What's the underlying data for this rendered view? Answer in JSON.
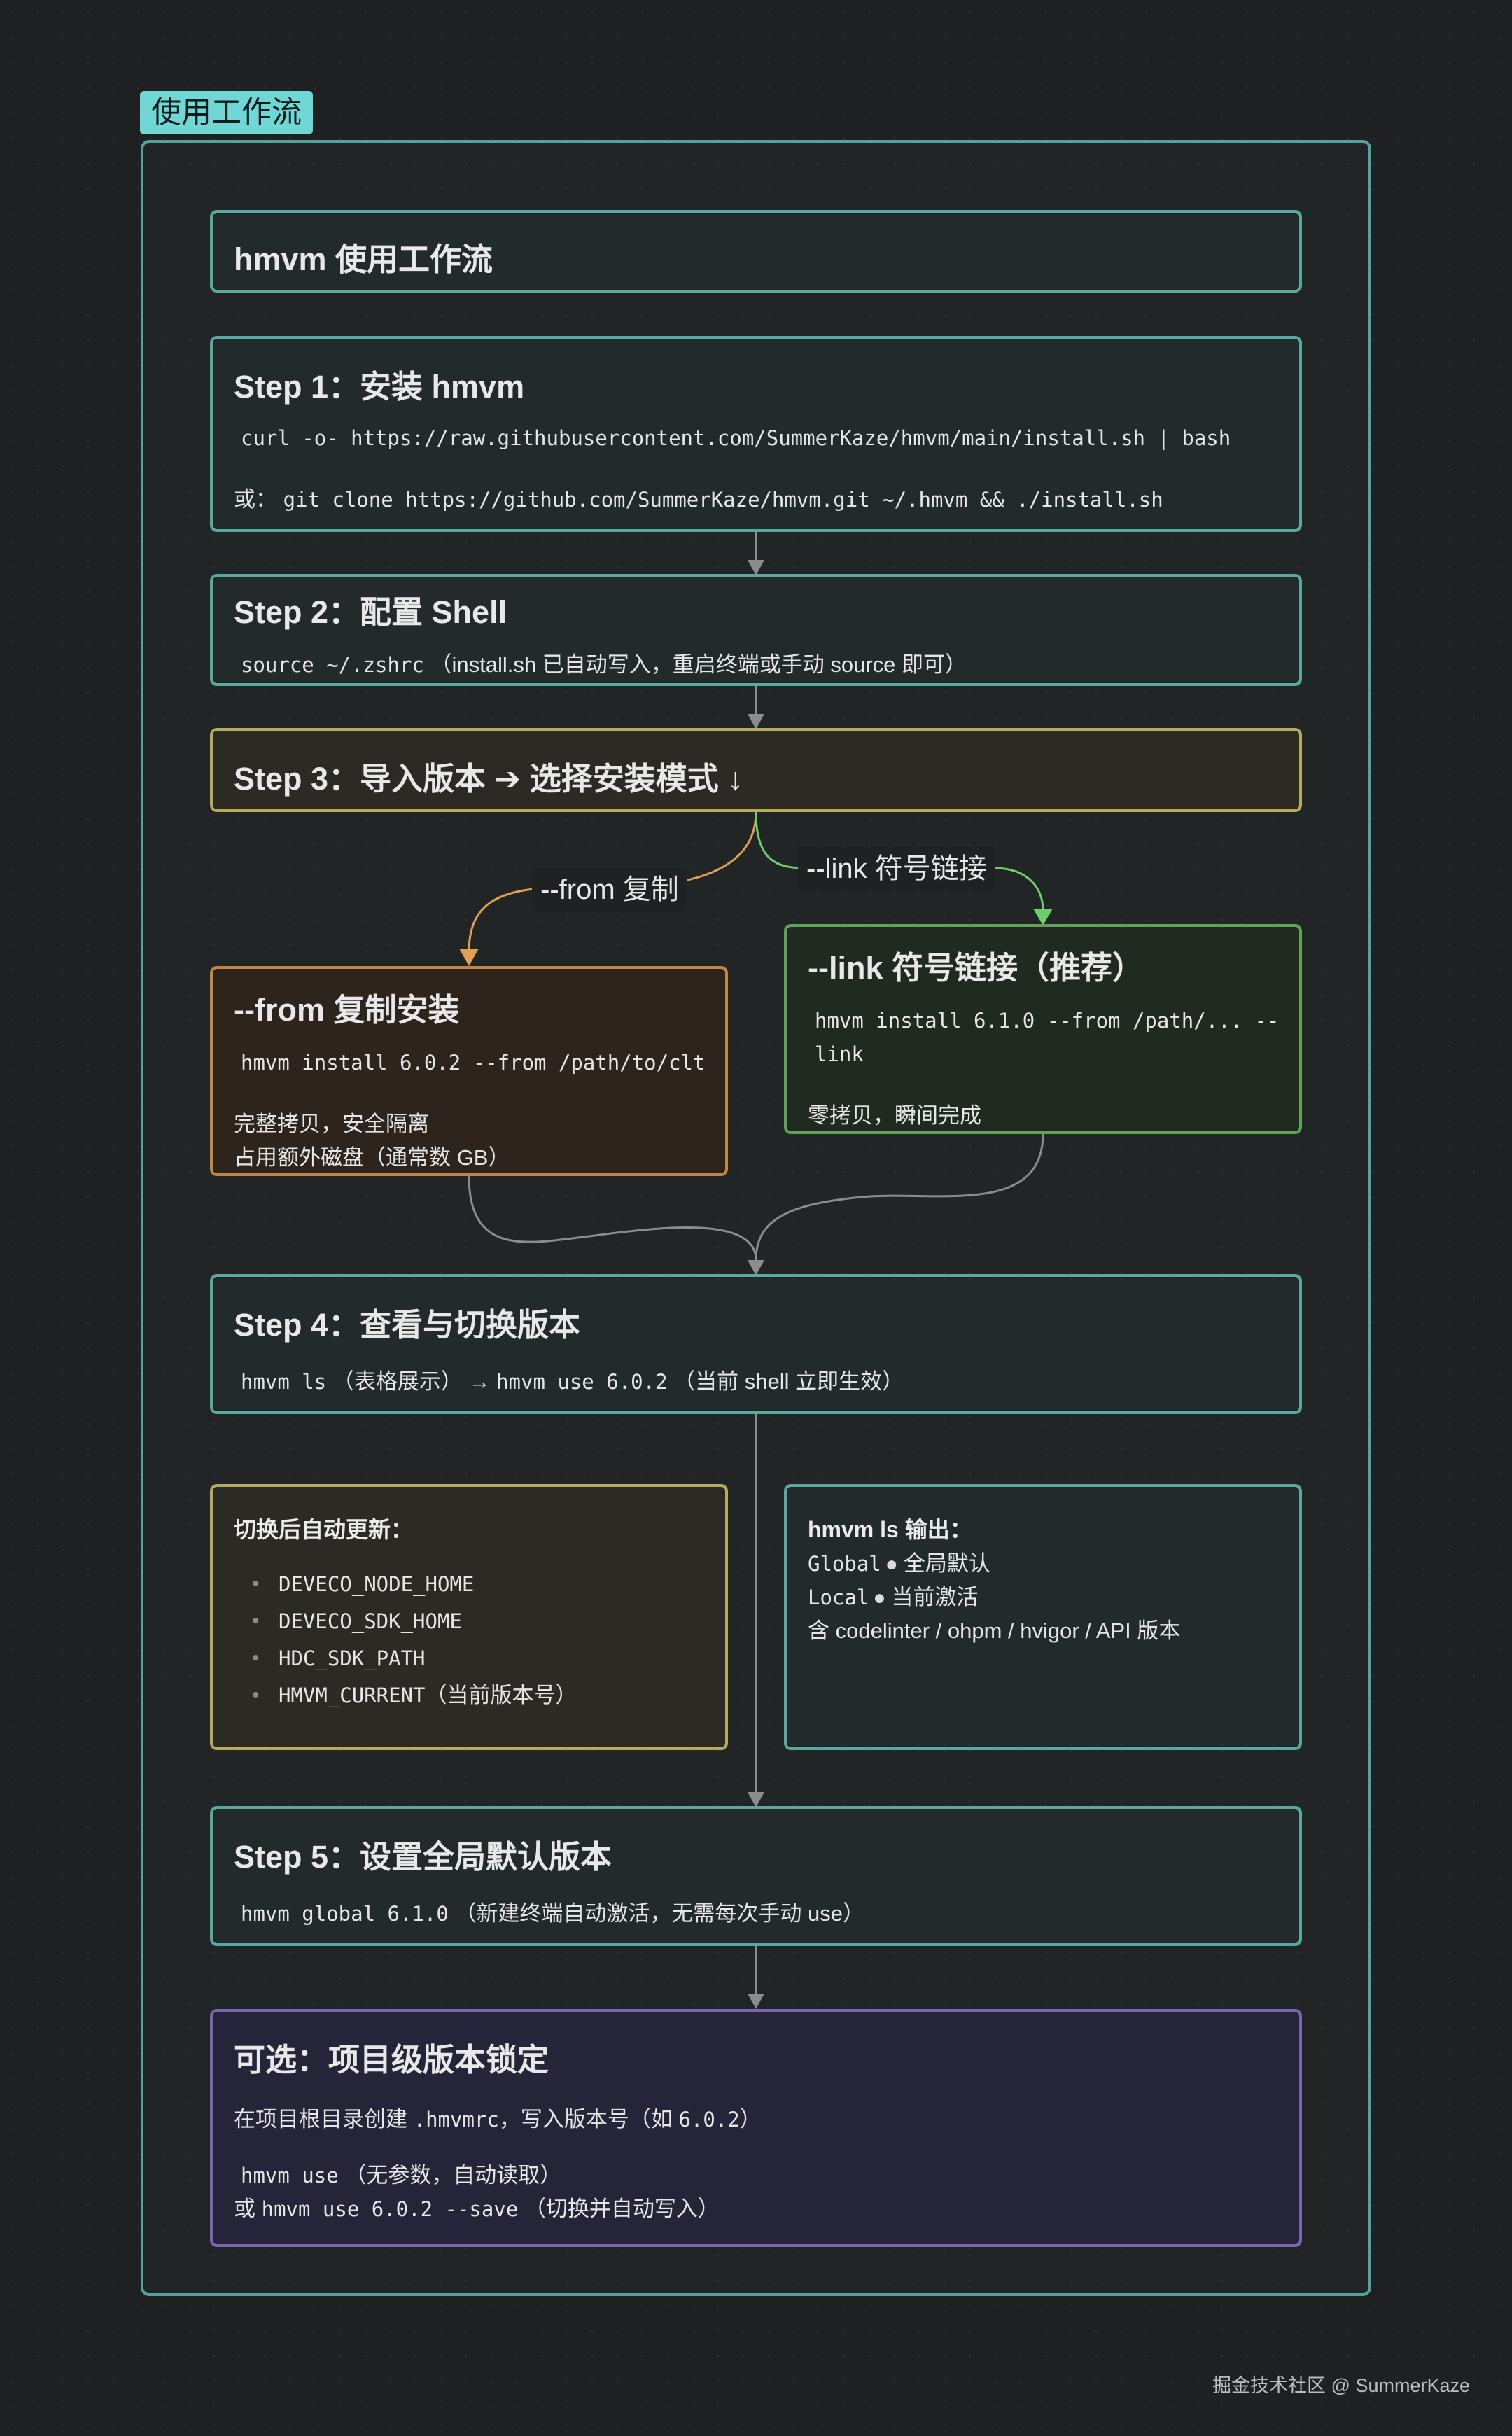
{
  "group": {
    "label": "使用工作流"
  },
  "nodes": {
    "header": {
      "title": "hmvm 使用工作流"
    },
    "step1": {
      "title": "Step 1：安装 hmvm",
      "cmd1": "curl -o- https://raw.githubusercontent.com/SummerKaze/hmvm/main/install.sh | bash",
      "alt_prefix": "或：",
      "cmd2": "git clone https://github.com/SummerKaze/hmvm.git ~/.hmvm && ./install.sh"
    },
    "step2": {
      "title": "Step 2：配置 Shell",
      "cmd": "source ~/.zshrc",
      "note": "（install.sh 已自动写入，重启终端或手动 source 即可）"
    },
    "step3": {
      "title": "Step 3：导入版本 ➔ 选择安装模式 ↓"
    },
    "from": {
      "title": "--from 复制安装",
      "cmd": "hmvm install 6.0.2 --from /path/to/clt",
      "line1": "完整拷贝，安全隔离",
      "line2": "占用额外磁盘（通常数 GB）"
    },
    "link": {
      "title": "--link 符号链接（推荐）",
      "cmd1": "hmvm install 6.1.0 --from /path/... --",
      "cmd2": "link",
      "note": "零拷贝，瞬间完成"
    },
    "step4": {
      "title": "Step 4：查看与切换版本",
      "cmd1": "hmvm ls",
      "note1": "（表格展示）",
      "arrow": "→",
      "cmd2": "hmvm use 6.0.2",
      "note2": "（当前 shell 立即生效）"
    },
    "env": {
      "title": "切换后自动更新：",
      "items": [
        "DEVECO_NODE_HOME",
        "DEVECO_SDK_HOME",
        "HDC_SDK_PATH",
        "HMVM_CURRENT"
      ],
      "item4_note": "（当前版本号）"
    },
    "ls": {
      "title": "hmvm ls 输出：",
      "row1_code": "Global",
      "row1_text": "全局默认",
      "row2_code": "Local",
      "row2_text": "当前激活",
      "row3": "含 codelinter / ohpm / hvigor / API 版本",
      "bullet": "●"
    },
    "step5": {
      "title": "Step 5：设置全局默认版本",
      "cmd": "hmvm global 6.1.0",
      "note": "（新建终端自动激活，无需每次手动 use）"
    },
    "optional": {
      "title": "可选：项目级版本锁定",
      "line1_a": "在项目根目录创建",
      "line1_code": ".hmvmrc",
      "line1_b": "，写入版本号（如",
      "line1_code2": "6.0.2",
      "line1_c": "）",
      "line2_code": "hmvm use",
      "line2_note": "（无参数，自动读取）",
      "line3_prefix": "或",
      "line3_code": "hmvm use 6.0.2 --save",
      "line3_note": "（切换并自动写入）"
    }
  },
  "edges": {
    "from_label": "--from 复制",
    "link_label": "--link 符号链接"
  },
  "footer": "掘金技术社区 @ SummerKaze",
  "colors": {
    "teal": "#5aa99f",
    "yellow": "#b7aa5e",
    "orange": "#c48540",
    "green": "#5fa35a",
    "purple": "#7a66b3",
    "arrow_gray": "#8c8c8c"
  }
}
